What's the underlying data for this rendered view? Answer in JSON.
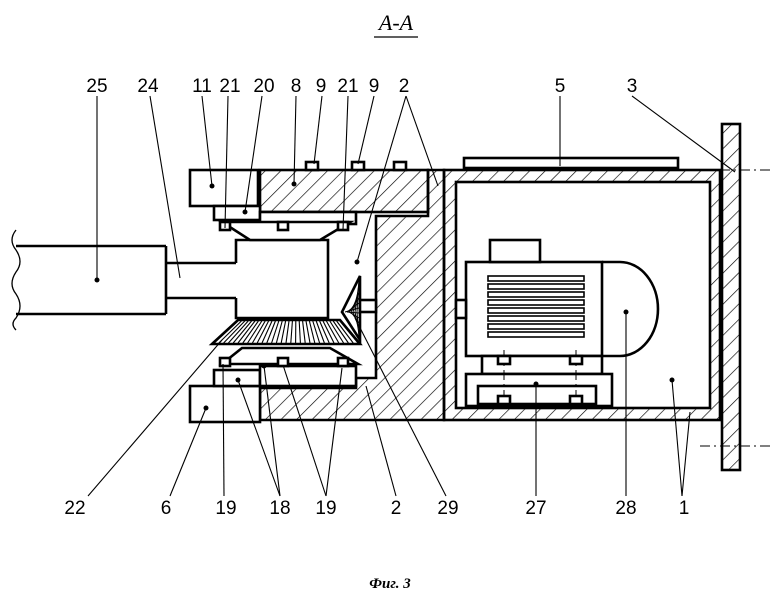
{
  "section_title": "A-A",
  "caption": "Фиг. 3",
  "labels": {
    "l25": "25",
    "l24": "24",
    "l11": "11",
    "l21a": "21",
    "l20": "20",
    "l8": "8",
    "l9a": "9",
    "l21b": "21",
    "l9b": "9",
    "l2a": "2",
    "l5": "5",
    "l3": "3",
    "l22": "22",
    "l6": "6",
    "l19a": "19",
    "l18": "18",
    "l19b": "19",
    "l2b": "2",
    "l29": "29",
    "l27": "27",
    "l28": "28",
    "l1": "1"
  }
}
